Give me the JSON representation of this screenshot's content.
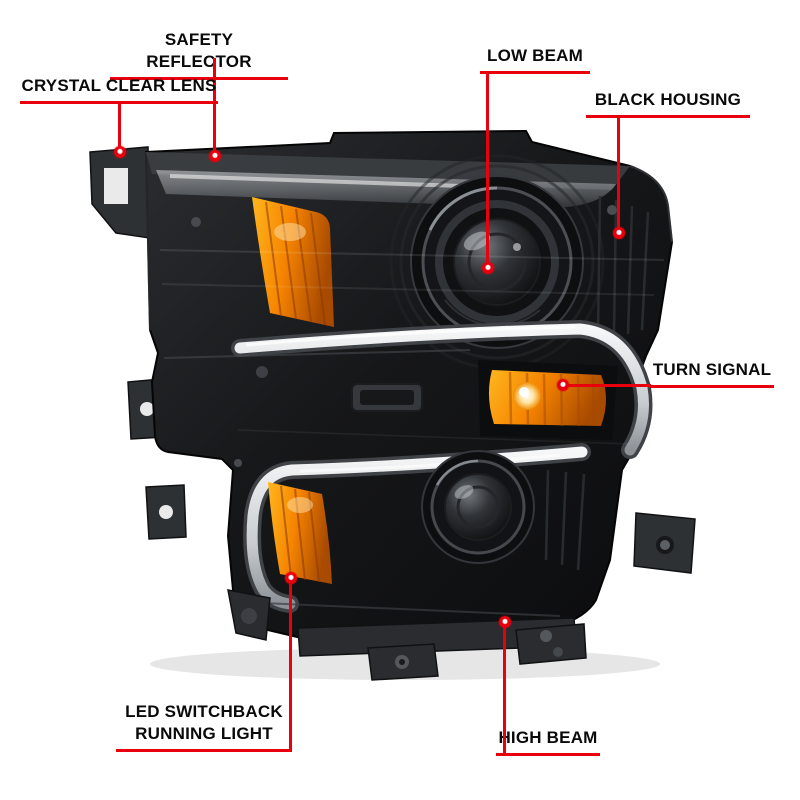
{
  "figure": {
    "type": "annotated-product-diagram",
    "subject": "projector-headlight-assembly",
    "background": "#ffffff",
    "callout_color": "#e8000d",
    "text_color": "#0a0a0a"
  },
  "annotations": [
    {
      "id": "safety-reflector",
      "label": "SAFETY REFLECTOR"
    },
    {
      "id": "crystal-clear-lens",
      "label": "CRYSTAL CLEAR LENS"
    },
    {
      "id": "low-beam",
      "label": "LOW BEAM"
    },
    {
      "id": "black-housing",
      "label": "BLACK HOUSING"
    },
    {
      "id": "turn-signal",
      "label": "TURN SIGNAL"
    },
    {
      "id": "led-switchback-running-light",
      "label": "LED SWITCHBACK RUNNING LIGHT"
    },
    {
      "id": "high-beam",
      "label": "HIGH BEAM"
    }
  ],
  "illustration": {
    "colors": {
      "housing_black": "#17181a",
      "amber_reflector": "#f58300",
      "drl_tube_gray": "#d9dcdf",
      "bracket_gray": "#2e3134"
    }
  }
}
